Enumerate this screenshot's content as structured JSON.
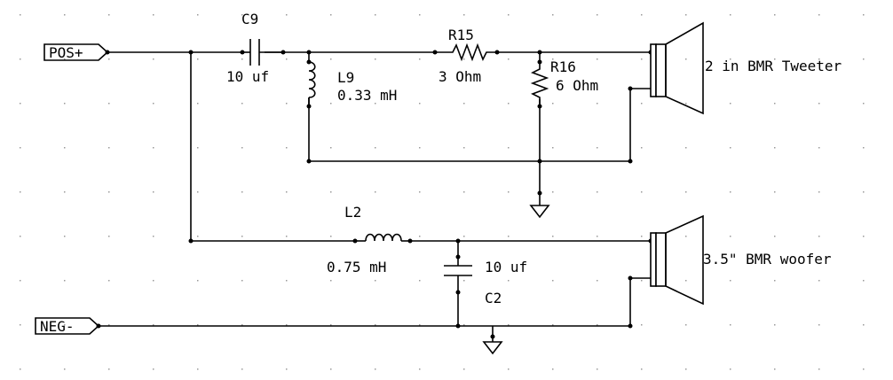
{
  "colors": {
    "background": "#ffffff",
    "ink": "#000000",
    "grid": "#9a9a9a"
  },
  "ports": {
    "pos": "POS+",
    "neg": "NEG-"
  },
  "components": {
    "c9": {
      "ref": "C9",
      "value": "10 uf"
    },
    "l9": {
      "ref": "L9",
      "value": "0.33 mH"
    },
    "r15": {
      "ref": "R15",
      "value": "3 Ohm"
    },
    "r16": {
      "ref": "R16",
      "value": "6 Ohm"
    },
    "l2": {
      "ref": "L2",
      "value": "0.75 mH"
    },
    "c2": {
      "ref": "C2",
      "value": "10 uf"
    }
  },
  "speakers": {
    "tweeter": "2 in BMR Tweeter",
    "woofer": "3.5\" BMR woofer"
  },
  "icons": [
    "ground-icon",
    "speaker-icon",
    "inductor-icon",
    "resistor-icon",
    "capacitor-icon"
  ]
}
